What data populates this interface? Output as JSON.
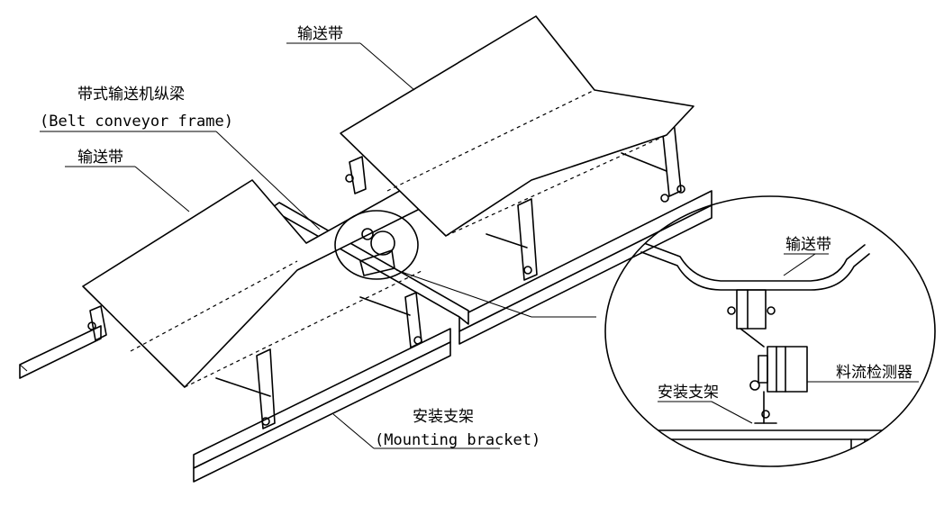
{
  "labels": {
    "belt_top": "输送带",
    "frame_cn": "带式输送机纵梁",
    "frame_en": "(Belt conveyor frame)",
    "belt_left": "输送带",
    "bracket_cn": "安装支架",
    "bracket_en": "(Mounting bracket)",
    "detail_belt": "输送带",
    "detail_detector": "料流检测器",
    "detail_bracket": "安装支架"
  }
}
